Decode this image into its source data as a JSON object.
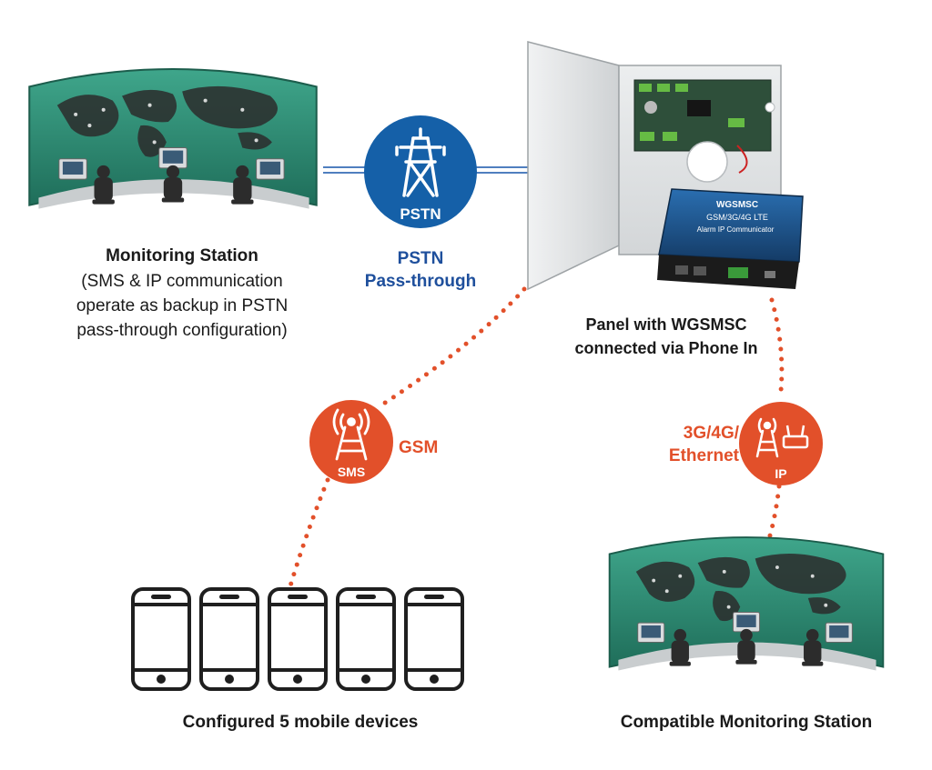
{
  "monitoring_station": {
    "title": "Monitoring Station",
    "desc_lines": [
      "(SMS & IP communication",
      "operate as backup in PSTN",
      "pass-through configuration)"
    ]
  },
  "pstn": {
    "badge": "PSTN",
    "label_lines": [
      "PSTN",
      "Pass-through"
    ]
  },
  "panel": {
    "label_lines": [
      "Panel with WGSMSC",
      "connected via Phone In"
    ],
    "device_lines": [
      "WGSMSC",
      "GSM/3G/4G LTE",
      "Alarm IP Communicator"
    ]
  },
  "sms": {
    "badge": "SMS",
    "label": "GSM"
  },
  "ip": {
    "badge": "IP",
    "label_lines": [
      "3G/4G/",
      "Ethernet"
    ]
  },
  "devices": {
    "label": "Configured 5 mobile devices",
    "count": 5
  },
  "compatible_station": {
    "title": "Compatible Monitoring Station"
  },
  "colors": {
    "pstn_blue": "#1560a8",
    "link_orange": "#e2502a",
    "station_teal": "#2f8f79",
    "panel_gray": "#e4e6e7",
    "device_blue": "#1c4f86"
  }
}
